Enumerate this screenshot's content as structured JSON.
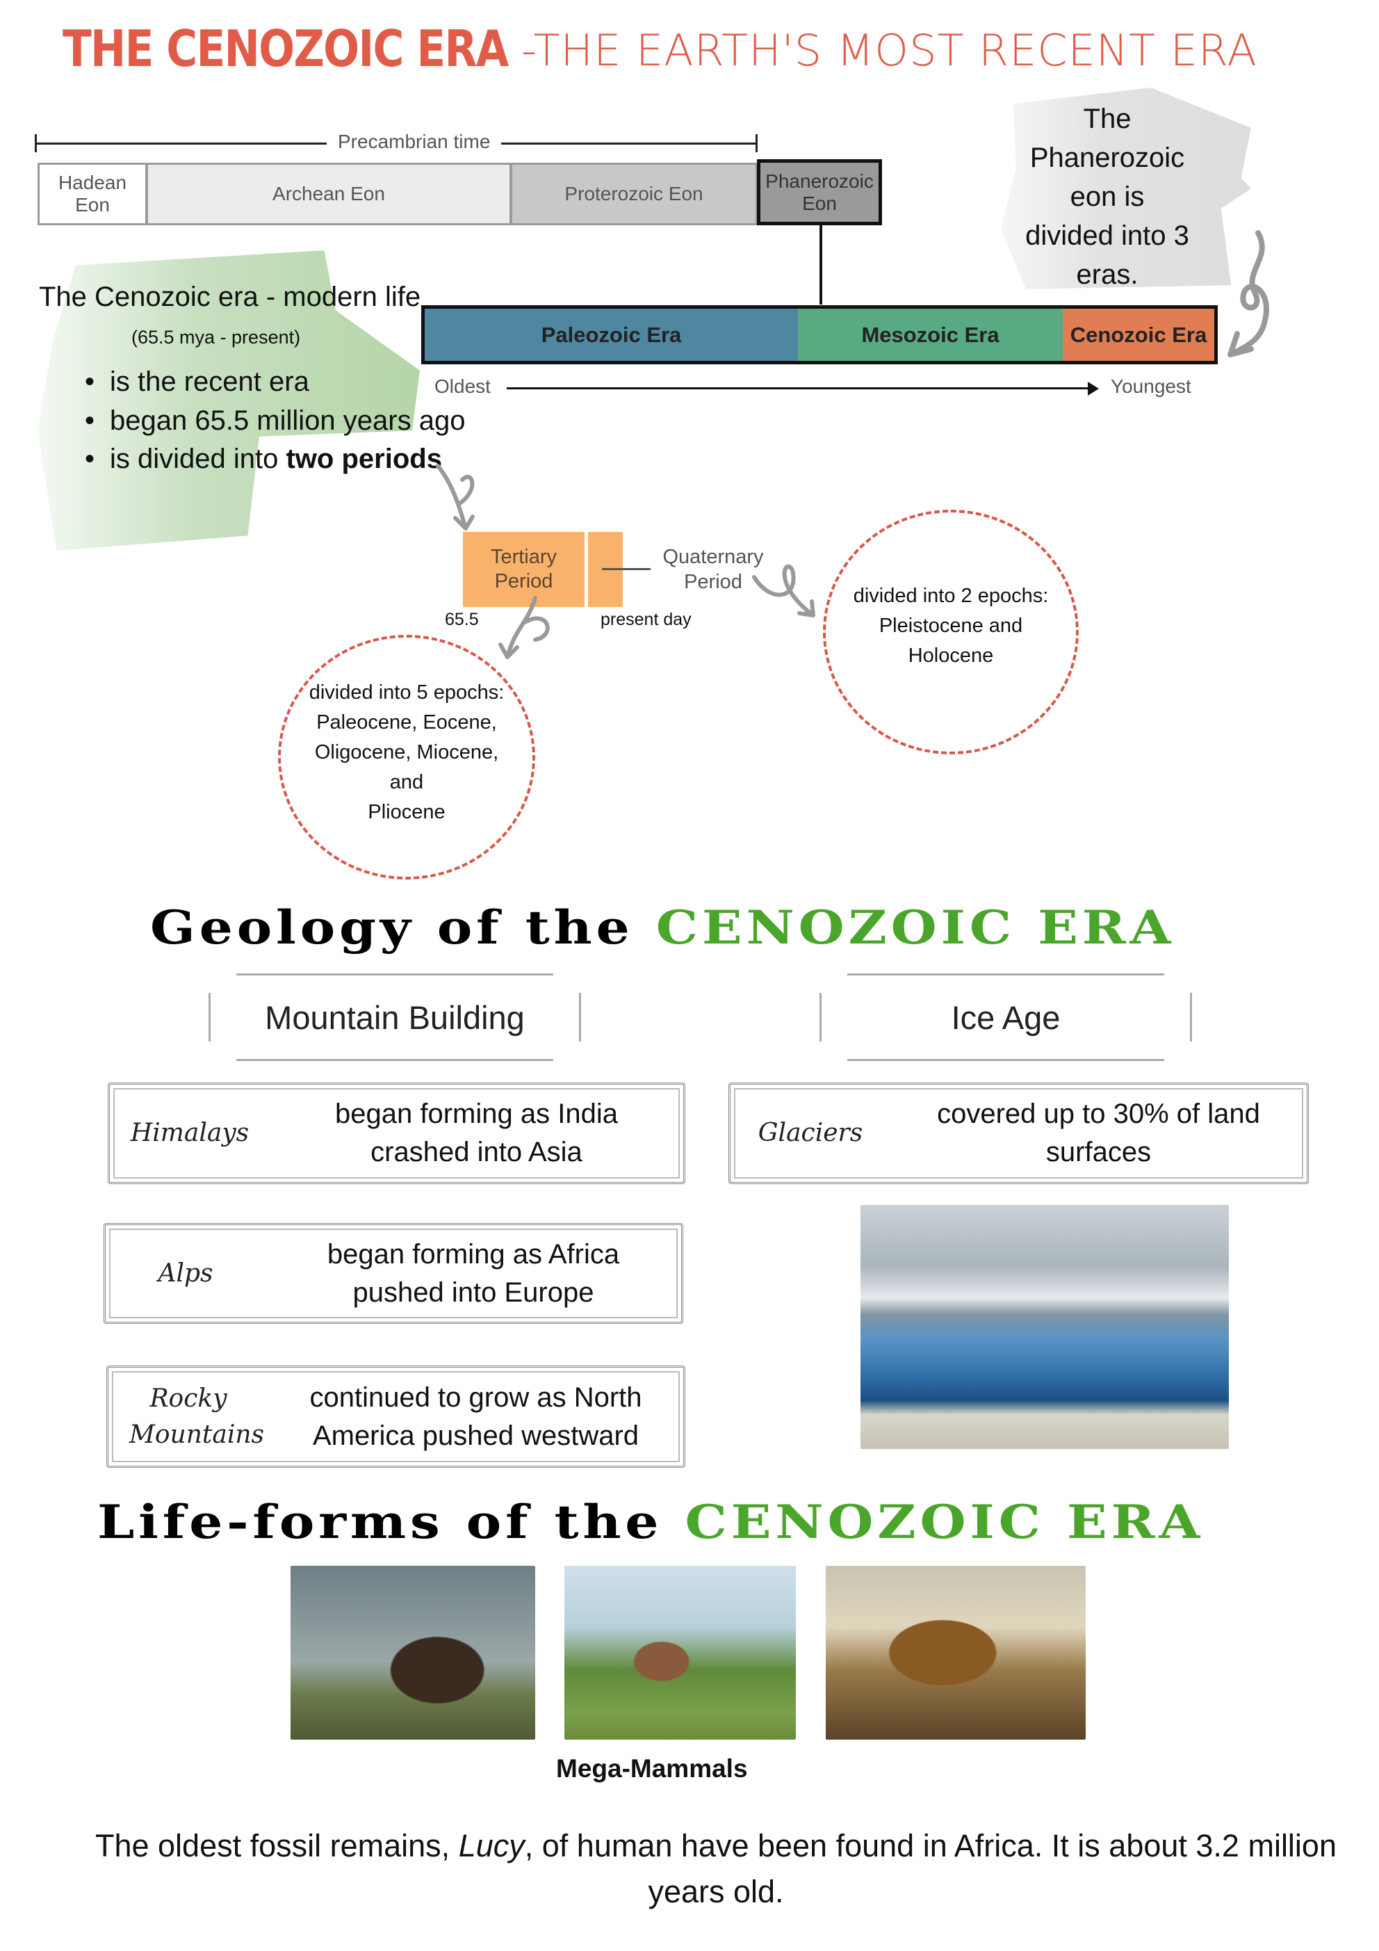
{
  "title": {
    "main": "THE CENOZOIC ERA",
    "sub": "-THE EARTH'S MOST RECENT ERA"
  },
  "timeline": {
    "precambrian": "Precambrian time",
    "eons": [
      "Hadean Eon",
      "Archean Eon",
      "Proterozoic Eon",
      "Phanerozoic Eon"
    ],
    "eras": [
      "Paleozoic Era",
      "Mesozoic Era",
      "Cenozoic Era"
    ],
    "oldest": "Oldest",
    "youngest": "Youngest",
    "colors": {
      "paleozoic": "#4f86a0",
      "mesozoic": "#58aa82",
      "cenozoic": "#e07d52"
    }
  },
  "phanerozoic_note": [
    "The Phanerozoic",
    "eon is",
    "divided into 3",
    "eras."
  ],
  "cenozoic_intro": {
    "heading": "The Cenozoic era - modern life",
    "range": "(65.5 mya - present)",
    "bullets": [
      "is the recent era",
      "began 65.5 million years ago"
    ],
    "bullet3_prefix": "is divided into ",
    "bullet3_bold": "two periods"
  },
  "periods": {
    "tertiary": "Tertiary Period",
    "quaternary": "Quaternary Period",
    "start": "65.5",
    "end": "present day"
  },
  "tertiary_epochs": [
    "divided into 5 epochs:",
    "Paleocene, Eocene,",
    "Oligocene, Miocene,",
    "and",
    "Pliocene"
  ],
  "quaternary_epochs": [
    "divided into 2 epochs:",
    "Pleistocene and",
    "Holocene"
  ],
  "geology": {
    "heading_black": "Geology of the",
    "heading_green": "CENOZOIC ERA",
    "tabs": [
      "Mountain Building",
      "Ice Age"
    ],
    "mountains": [
      {
        "label": "Himalays",
        "desc": "began forming as India crashed into Asia"
      },
      {
        "label": "Alps",
        "desc": "began forming as Africa pushed into Europe"
      },
      {
        "label": "Rocky Mountains",
        "desc": "continued to grow as North America pushed westward"
      }
    ],
    "ice": {
      "label": "Glaciers",
      "desc": "covered up to 30% of land surfaces"
    }
  },
  "life": {
    "heading_black": "Life-forms of the",
    "heading_green": "CENOZOIC ERA",
    "caption": "Mega-Mammals"
  },
  "footer": {
    "p1": "The oldest fossil remains, ",
    "lucy": "Lucy",
    "p2": ", of human have been found in Africa. It is about 3.2 million years old."
  }
}
